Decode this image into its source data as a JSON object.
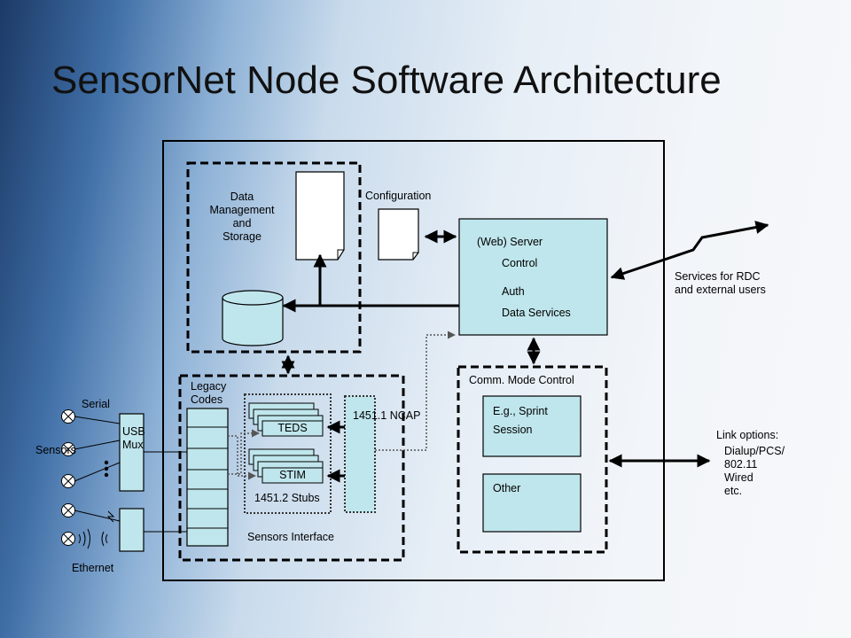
{
  "title": "SensorNet Node Software Architecture",
  "colors": {
    "box_fill": "#bfe6ec",
    "line": "#000000",
    "dotted_arrow": "#555555"
  },
  "labels": {
    "data_management": [
      "Data",
      "Management",
      "and",
      "Storage"
    ],
    "configuration": "Configuration",
    "web_server": "(Web) Server",
    "control": "Control",
    "auth": "Auth",
    "data_services": "Data Services",
    "services_rdc": [
      "Services for RDC",
      "and external users"
    ],
    "comm_mode_control": "Comm. Mode Control",
    "eg_sprint": "E.g., Sprint",
    "session": "Session",
    "other": "Other",
    "link_options": "Link options:",
    "link_list": [
      "Dialup/PCS/",
      "802.11",
      "Wired",
      "etc."
    ],
    "legacy_codes": [
      "Legacy",
      "Codes"
    ],
    "teds": "TEDS",
    "stim": "STIM",
    "ncap": "1451.1 NCAP",
    "stubs": "1451.2 Stubs",
    "sensors_interface": "Sensors Interface",
    "serial": "Serial",
    "usb_mux": [
      "USB",
      "Mux"
    ],
    "sensors": "Sensors",
    "ethernet": "Ethernet"
  },
  "icons": [
    "document-icon",
    "database-icon",
    "lightning-link-icon",
    "sensor-icon",
    "wireless-icon"
  ]
}
